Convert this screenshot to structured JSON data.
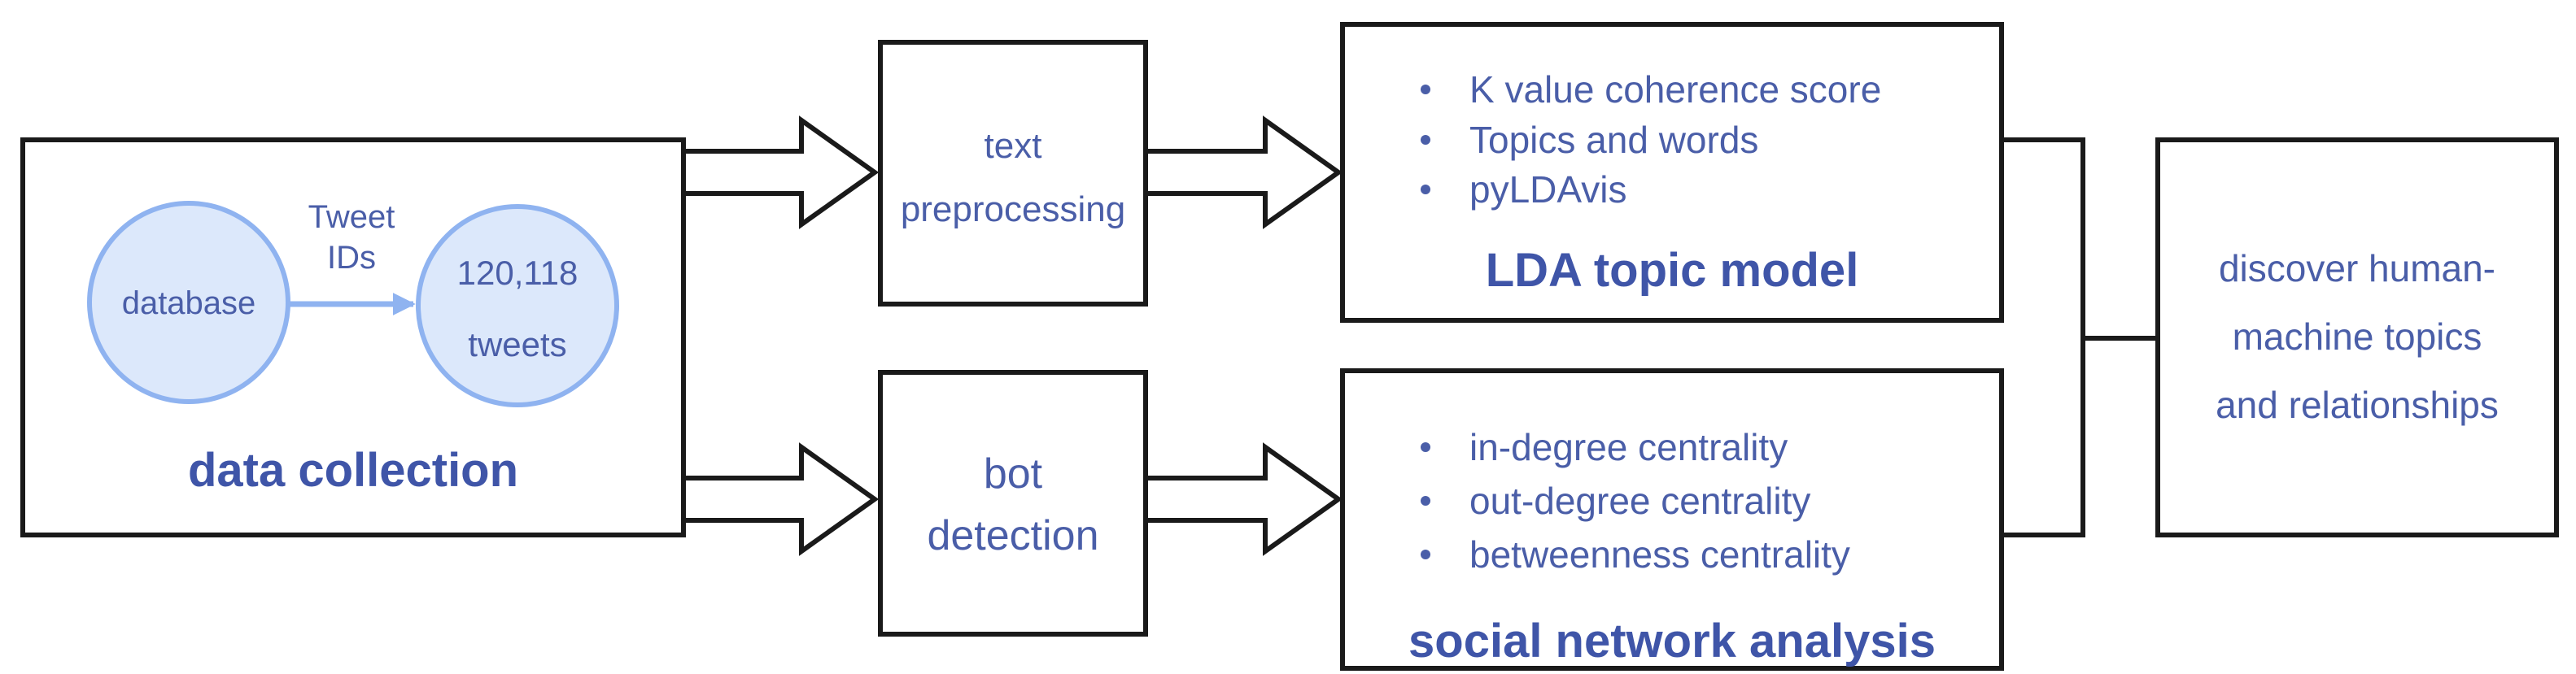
{
  "data_collection": {
    "title": "data collection",
    "source": "database",
    "arrow_label_line1": "Tweet",
    "arrow_label_line2": "IDs",
    "count": "120,118",
    "unit": "tweets"
  },
  "text_preprocessing": {
    "line1": "text",
    "line2": "preprocessing"
  },
  "bot_detection": {
    "line1": "bot",
    "line2": "detection"
  },
  "lda": {
    "title": "LDA topic model",
    "items": [
      "K value coherence score",
      "Topics and words",
      "pyLDAvis"
    ]
  },
  "sna": {
    "title": "social network analysis",
    "items": [
      "in-degree centrality",
      "out-degree centrality",
      "betweenness centrality"
    ]
  },
  "result": {
    "line1": "discover human-",
    "line2": "machine topics",
    "line3": "and relationships"
  },
  "colors": {
    "text": "#4a5ea8",
    "circle_fill": "#dce8fb",
    "circle_stroke": "#8fb3f0",
    "box_stroke": "#1a1a1a"
  }
}
